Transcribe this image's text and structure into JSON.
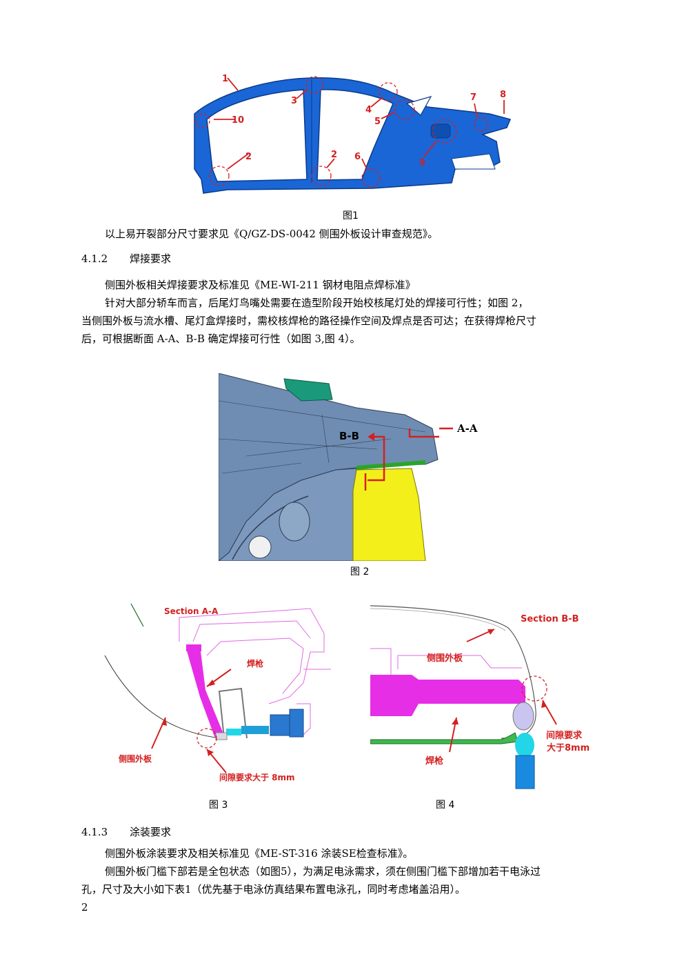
{
  "figure1": {
    "caption": "图1",
    "markers": [
      "1",
      "2",
      "2",
      "3",
      "4",
      "5",
      "6",
      "7",
      "8",
      "9",
      "10"
    ]
  },
  "para_after_fig1": "以上易开裂部分尺寸要求见《Q/GZ-DS-0042 侧围外板设计审查规范》。",
  "section_412": {
    "number": "4.1.2",
    "title": "焊接要求"
  },
  "weld_paras": [
    "侧围外板相关焊接要求及标准见《ME-WI-211 钢材电阻点焊标准》",
    "针对大部分轿车而言，后尾灯鸟嘴处需要在造型阶段开始校核尾灯处的焊接可行性；如图 2，",
    "当侧围外板与流水槽、尾灯盒焊接时，需校核焊枪的路径操作空间及焊点是否可达；在获得焊枪尺寸",
    "后，可根据断面 A-A、B-B 确定焊接可行性（如图 3,图 4）。"
  ],
  "figure2": {
    "caption": "图 2",
    "label_aa": "A-A",
    "label_bb": "B-B"
  },
  "figure3": {
    "caption": "图 3",
    "title": "Section A-A",
    "label_gun": "焊枪",
    "label_panel": "侧围外板",
    "label_gap": "间隙要求大于 8mm"
  },
  "figure4": {
    "caption": "图 4",
    "title": "Section B-B",
    "label_panel": "侧围外板",
    "label_gun": "焊枪",
    "label_gap_1": "间隙要求",
    "label_gap_2": "大于8mm"
  },
  "section_413": {
    "number": "4.1.3",
    "title": "涂装要求"
  },
  "paint_paras": [
    "侧围外板涂装要求及相关标准见《ME-ST-316 涂装SE检查标准》。",
    "侧围外板门槛下部若是全包状态（如图5），为满足电泳需求，须在侧围门槛下部增加若干电泳过",
    "孔，尺寸及大小如下表1（优先基于电泳仿真结果布置电泳孔，同时考虑堵盖沿用）。"
  ],
  "page_number": "2",
  "colors": {
    "body_blue": "#1565d8",
    "annot_red": "#d42020",
    "magenta": "#e62ee6",
    "yellow": "#f2ef1a",
    "cyan": "#22d6e8"
  }
}
